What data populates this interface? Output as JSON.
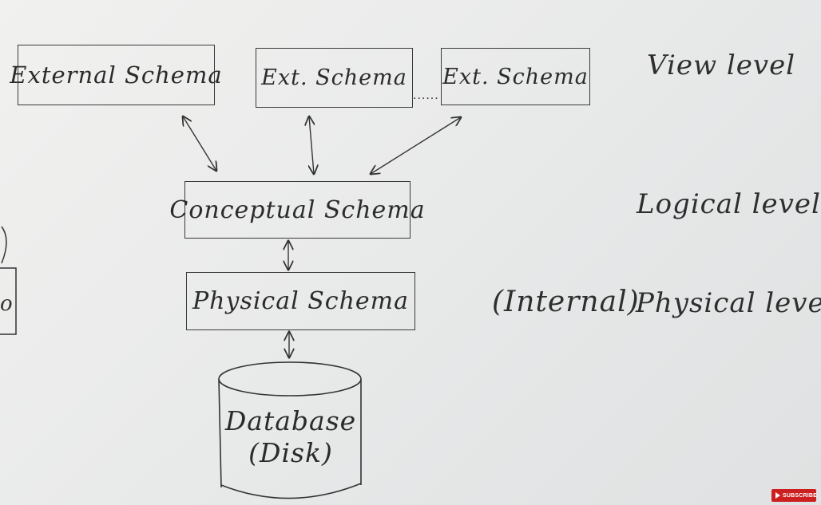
{
  "diagram": {
    "external_schema": "External Schema",
    "ext_schema_2": "Ext. Schema",
    "ext_schema_3": "Ext. Schema",
    "ellipsis": "......",
    "conceptual_schema": "Conceptual Schema",
    "physical_schema": "Physical Schema",
    "database_line1": "Database",
    "database_line2": "(Disk)"
  },
  "levels": {
    "view": "View level",
    "logical": "Logical level",
    "internal": "(Internal)",
    "physical": "Physical level"
  },
  "edge_fragments": {
    "bottom_box_text": "o"
  },
  "youtube": {
    "subscribe_label": "SUBSCRIBE"
  }
}
